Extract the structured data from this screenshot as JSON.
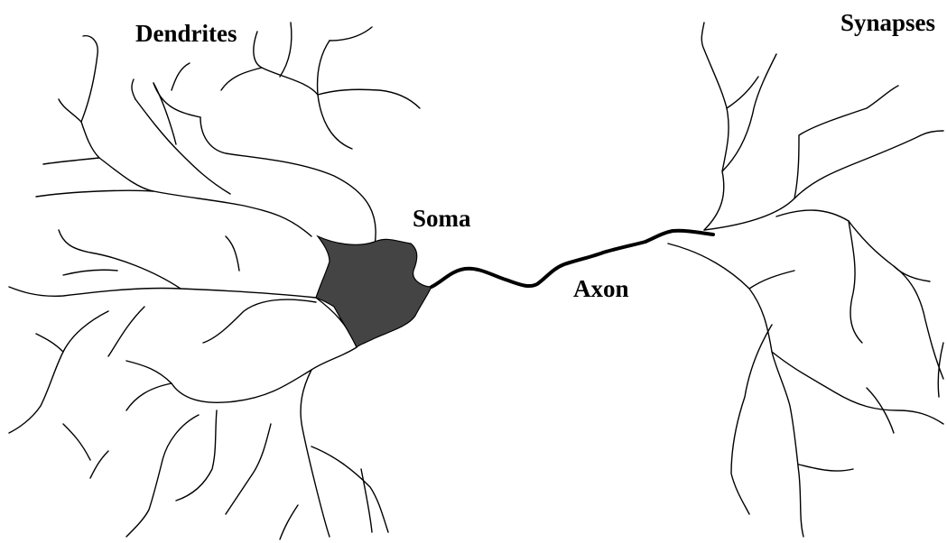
{
  "labels": {
    "dendrites": "Dendrites",
    "synapses": "Synapses",
    "soma": "Soma",
    "axon": "Axon"
  },
  "colors": {
    "soma_fill": "#444444",
    "line": "#000000",
    "background": "#ffffff"
  }
}
